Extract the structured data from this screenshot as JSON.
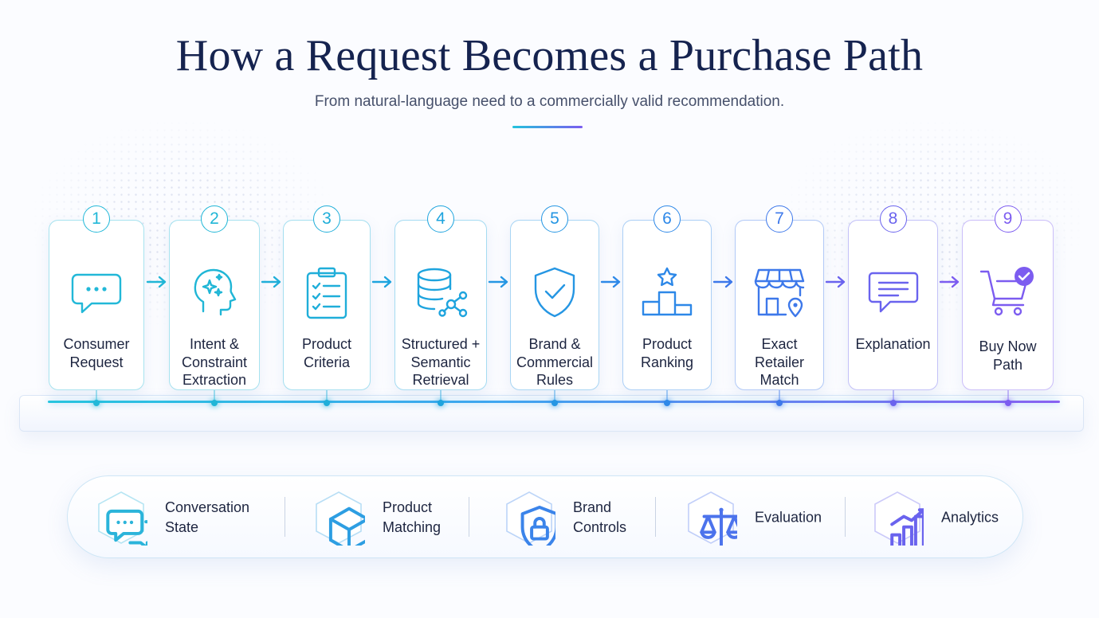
{
  "title": "How a Request Becomes a Purchase Path",
  "subtitle": "From natural-language need to a commercially valid recommendation.",
  "steps": [
    {
      "number": "1",
      "lines": [
        "Consumer",
        "Request"
      ],
      "icon": "chat-bubble-icon",
      "color": "#22b8d8"
    },
    {
      "number": "2",
      "lines": [
        "Intent &",
        "Constraint",
        "Extraction"
      ],
      "icon": "head-sparkle-icon",
      "color": "#20b6d6"
    },
    {
      "number": "3",
      "lines": [
        "Product",
        "Criteria"
      ],
      "icon": "clipboard-checklist-icon",
      "color": "#1faed9"
    },
    {
      "number": "4",
      "lines": [
        "Structured +",
        "Semantic",
        "Retrieval"
      ],
      "icon": "database-network-icon",
      "color": "#1ea4de"
    },
    {
      "number": "5",
      "lines": [
        "Brand &",
        "Commercial",
        "Rules"
      ],
      "icon": "shield-check-icon",
      "color": "#2596e3"
    },
    {
      "number": "6",
      "lines": [
        "Product",
        "Ranking"
      ],
      "icon": "podium-star-icon",
      "color": "#2d88e8"
    },
    {
      "number": "7",
      "lines": [
        "Exact",
        "Retailer",
        "Match"
      ],
      "icon": "storefront-pin-icon",
      "color": "#3d78ea"
    },
    {
      "number": "8",
      "lines": [
        "Explanation"
      ],
      "icon": "message-lines-icon",
      "color": "#6a63ee"
    },
    {
      "number": "9",
      "lines": [
        "Buy Now",
        "Path"
      ],
      "icon": "cart-check-icon",
      "color": "#7c5cf0"
    }
  ],
  "capabilities": [
    {
      "lines": [
        "Conversation",
        "State"
      ],
      "icon": "chat-bubbles-icon"
    },
    {
      "lines": [
        "Product",
        "Matching"
      ],
      "icon": "cube-icon"
    },
    {
      "lines": [
        "Brand",
        "Controls"
      ],
      "icon": "shield-lock-icon"
    },
    {
      "lines": [
        "Evaluation"
      ],
      "icon": "balance-scale-icon"
    },
    {
      "lines": [
        "Analytics"
      ],
      "icon": "bar-chart-icon"
    }
  ]
}
